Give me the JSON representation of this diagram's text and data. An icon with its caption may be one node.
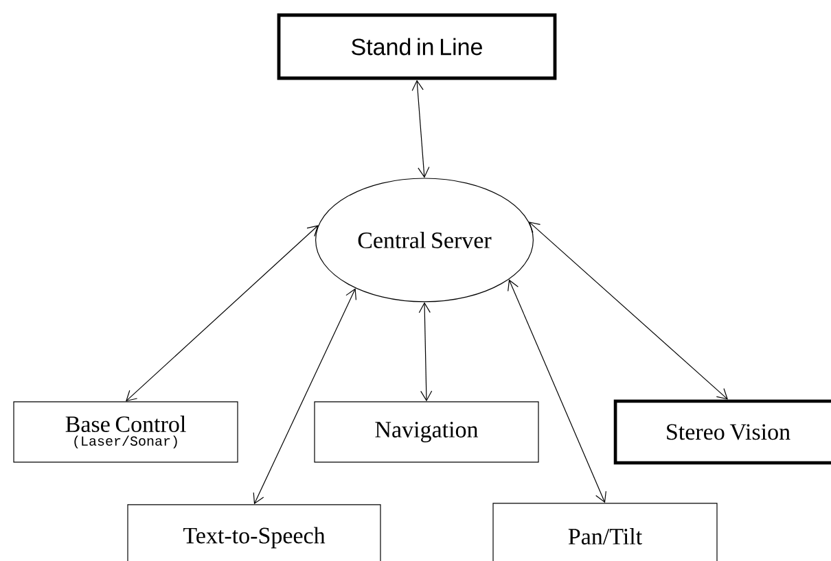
{
  "diagram": {
    "nodes": [
      {
        "text": [
          "Stand in Line"
        ]
      },
      {
        "text": [
          "Central Server"
        ]
      },
      {
        "text": [
          "Base Control",
          "(Laser/Sonar)"
        ]
      },
      {
        "text": [
          "Navigation"
        ]
      },
      {
        "text": [
          "Stereo Vision"
        ]
      },
      {
        "text": [
          "Text-to-Speech"
        ]
      },
      {
        "text": [
          "Pan/Tilt"
        ]
      }
    ],
    "edges": [
      {
        "from": 0,
        "to": 1,
        "arrow": "both"
      },
      {
        "from": 1,
        "to": 2,
        "arrow": "both"
      },
      {
        "from": 1,
        "to": 5,
        "arrow": "both"
      },
      {
        "from": 1,
        "to": 3,
        "arrow": "both"
      },
      {
        "from": 1,
        "to": 6,
        "arrow": "both"
      },
      {
        "from": 1,
        "to": 4,
        "arrow": "both"
      }
    ]
  }
}
